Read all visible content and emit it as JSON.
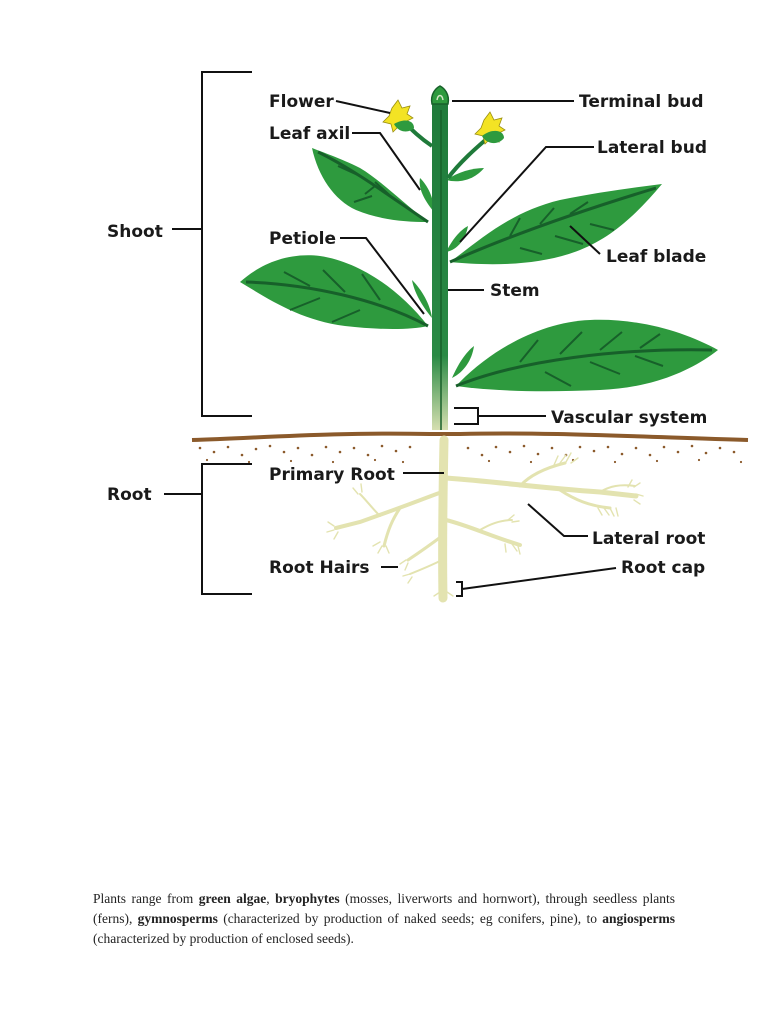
{
  "labels": {
    "flower": "Flower",
    "terminal_bud": "Terminal bud",
    "leaf_axil": "Leaf axil",
    "lateral_bud": "Lateral bud",
    "shoot": "Shoot",
    "petiole": "Petiole",
    "leaf_blade": "Leaf blade",
    "stem": "Stem",
    "vascular_system": "Vascular system",
    "primary_root": "Primary Root",
    "root": "Root",
    "lateral_root": "Lateral root",
    "root_hairs": "Root Hairs",
    "root_cap": "Root cap"
  },
  "colors": {
    "leaf": "#2e9a3e",
    "leaf_vein": "#17602a",
    "stem": "#1f7a3a",
    "root": "#e3e3b0",
    "soil": "#8b5a2b",
    "flower": "#f3e324"
  },
  "caption": {
    "t1": "Plants range from ",
    "b1": "green algae",
    "t2": ", ",
    "b2": "bryophytes",
    "t3": " (mosses, liverworts and hornwort), through seedless plants (ferns), ",
    "b3": "gymnosperms",
    "t4": " (characterized by production of naked seeds; eg conifers, pine), to ",
    "b4": "angiosperms",
    "t5": " (characterized by production of enclosed seeds)."
  }
}
